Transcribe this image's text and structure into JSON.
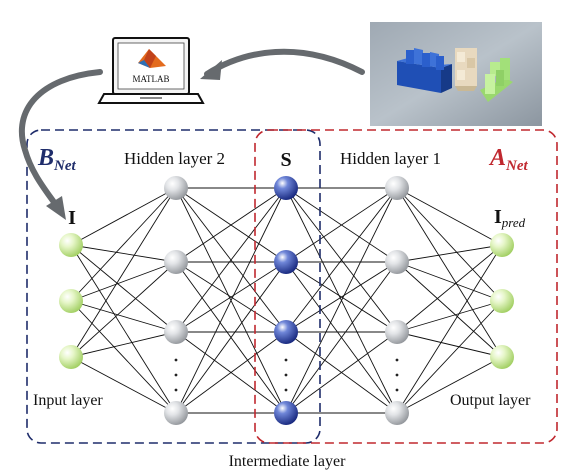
{
  "diagram": {
    "b_net": {
      "main": "B",
      "sub": "Net"
    },
    "a_net": {
      "main": "A",
      "sub": "Net"
    },
    "s_label": "S",
    "i_label": "I",
    "ipred_label": {
      "main": "I",
      "sub": "pred"
    },
    "hidden2_label": "Hidden layer 2",
    "hidden1_label": "Hidden layer 1",
    "input_layer_label": "Input layer",
    "output_layer_label": "Output layer",
    "intermediate_label": "Intermediate layer",
    "laptop_label": "MATLAB",
    "ellipsis": "·"
  },
  "colors": {
    "b_net_box": "#1f2d6b",
    "a_net_box": "#c0282f",
    "input_node": "#b8e07a",
    "hidden_node": "#c9ccd0",
    "s_node": "#2a3f9a",
    "connection": "#111111",
    "arrow": "#666a6e"
  }
}
